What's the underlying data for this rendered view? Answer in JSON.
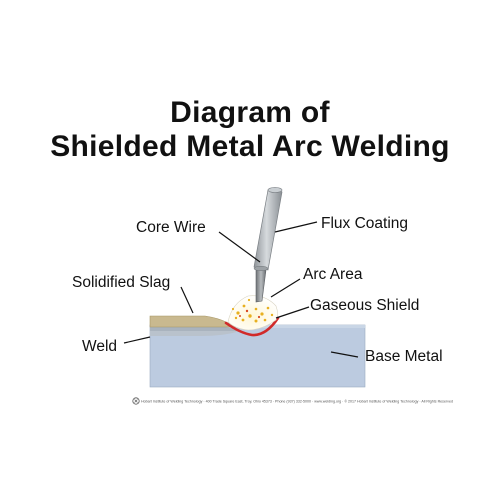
{
  "title": {
    "line1": "Diagram of",
    "line2": "Shielded Metal Arc Welding"
  },
  "labels": {
    "core_wire": "Core Wire",
    "flux_coating": "Flux Coating",
    "arc_area": "Arc Area",
    "solidified_slag": "Solidified Slag",
    "gaseous_shield": "Gaseous Shield",
    "weld": "Weld",
    "base_metal": "Base Metal"
  },
  "footer": {
    "text": "Hobart Institute of Welding Technology  ·  400 Trade Square East, Troy, Ohio 45373  ·  Phone (937) 332-5000  ·  www.welding.org  ·  © 2017 Hobart Institute of Welding Technology  ·  All Rights Reserved"
  },
  "colors": {
    "base_metal": "#bccbe0",
    "slag": "#c9b98f",
    "weld_bead": "#d12a2a",
    "arc_sparks": "#e8b020",
    "electrode": "#b7bcc0"
  }
}
